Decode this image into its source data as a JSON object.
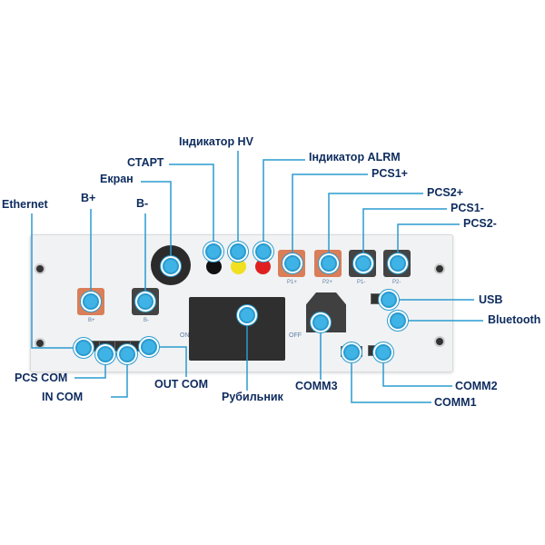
{
  "labels": {
    "ethernet": "Ethernet",
    "b_plus": "B+",
    "screen": "Екран",
    "b_minus": "B-",
    "start": "СТАРТ",
    "hv_indicator": "Індикатор HV",
    "alrm_indicator": "Індикатор ALRM",
    "pcs1_plus": "PCS1+",
    "pcs2_plus": "PCS2+",
    "pcs1_minus": "PCS1-",
    "pcs2_minus": "PCS2-",
    "usb": "USB",
    "bluetooth": "Bluetooth",
    "comm2": "COMM2",
    "comm1": "COMM1",
    "comm3": "COMM3",
    "breaker": "Рубильник",
    "out_com": "OUT COM",
    "in_com": "IN COM",
    "pcs_com": "PCS COM"
  },
  "panel_marks": {
    "b_plus": "B+",
    "b_minus": "B-",
    "p1_plus": "P1+",
    "p2_plus": "P2+",
    "p1_minus": "P1-",
    "p2_minus": "P2-",
    "on": "ON",
    "off": "OFF"
  },
  "colors": {
    "line": "#2a9bd0",
    "marker": "#3fb3e6",
    "text": "#0d2b5e",
    "copper": "#d97e58"
  }
}
